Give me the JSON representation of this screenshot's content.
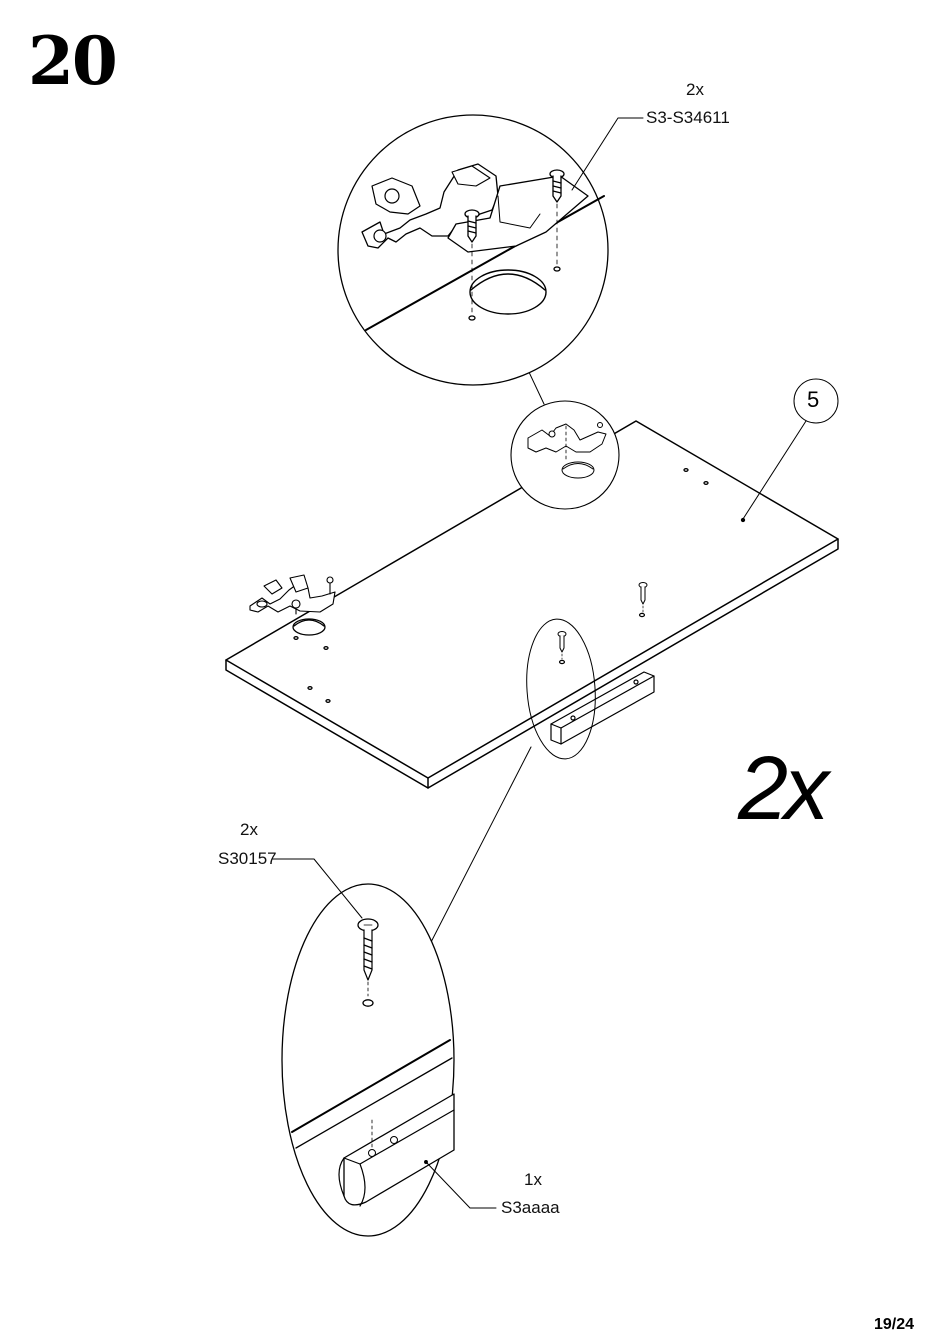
{
  "step_number": "20",
  "part_number": "5",
  "multiplier": "2x",
  "callouts": {
    "hinge": {
      "qty": "2x",
      "code": "S3-S34611"
    },
    "screw": {
      "qty": "2x",
      "code": "S30157"
    },
    "handle": {
      "qty": "1x",
      "code": "S3aaaa"
    }
  },
  "page_counter": "19/24"
}
